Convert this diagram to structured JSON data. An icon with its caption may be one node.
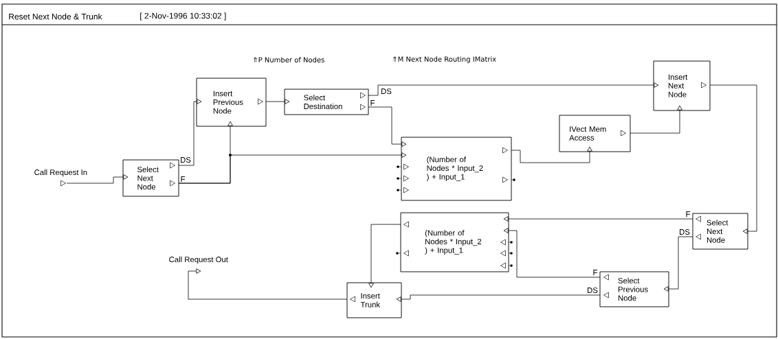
{
  "diagram": {
    "title": "Reset Next Node & Trunk",
    "nodes": [
      {
        "text": [
          "Call Request In"
        ]
      },
      {
        "text": [
          "Select Next Node"
        ],
        "beside": [
          "DS",
          "F"
        ]
      },
      {
        "text": [
          "Insert Previous Node"
        ]
      },
      {
        "text": [
          "Select Destination"
        ],
        "beside": [
          "DS",
          "F"
        ]
      },
      {
        "text": [
          "(Number of Nodes * Input_2 ) + Input_1"
        ]
      },
      {
        "text": [
          "IVect Mem Access"
        ]
      },
      {
        "text": [
          "Insert Next Node"
        ]
      },
      {
        "text": [
          "Select Next Node"
        ],
        "beside": [
          "F",
          "DS"
        ]
      },
      {
        "text": [
          "(Number of Nodes * Input_2 ) + Input_1"
        ]
      },
      {
        "text": [
          "Select Previous Node"
        ],
        "beside": [
          "F",
          "DS"
        ]
      },
      {
        "text": [
          "Insert Trunk"
        ]
      },
      {
        "text": [
          "Call Request Out"
        ]
      }
    ],
    "edges": [
      {
        "from": 0,
        "to": 1,
        "arrow": "to"
      },
      {
        "from": 1,
        "to": 2,
        "arrow": "to"
      },
      {
        "from": 1,
        "to": 2,
        "arrow": "to"
      },
      {
        "from": 1,
        "to": 4,
        "arrow": "to"
      },
      {
        "from": 2,
        "to": 3,
        "arrow": "to"
      },
      {
        "from": 3,
        "to": 6,
        "arrow": "to"
      },
      {
        "from": 3,
        "to": 4,
        "arrow": "to"
      },
      {
        "from": 4,
        "to": 5,
        "arrow": "to"
      },
      {
        "from": 5,
        "to": 6,
        "arrow": "to"
      },
      {
        "from": 6,
        "to": 7,
        "arrow": "to"
      },
      {
        "from": 7,
        "to": 8,
        "arrow": "to"
      },
      {
        "from": 7,
        "to": 9,
        "arrow": "to"
      },
      {
        "from": 9,
        "to": 8,
        "arrow": "to"
      },
      {
        "from": 9,
        "to": 10,
        "arrow": "to"
      },
      {
        "from": 8,
        "to": 10,
        "arrow": "to"
      },
      {
        "from": 10,
        "to": 11,
        "arrow": "to"
      }
    ],
    "labels": [
      "[ 2-Nov-1996 10:33:02 ]",
      "⇑P Number of Nodes",
      "⇑M Next Node Routing IMatrix"
    ]
  }
}
